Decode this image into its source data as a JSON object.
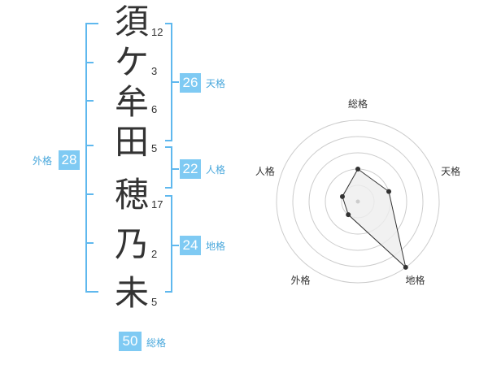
{
  "name_chars": [
    {
      "char": "須",
      "strokes": "12"
    },
    {
      "char": "ケ",
      "strokes": "3"
    },
    {
      "char": "牟",
      "strokes": "6"
    },
    {
      "char": "田",
      "strokes": "5"
    },
    {
      "char": "穂",
      "strokes": "17"
    },
    {
      "char": "乃",
      "strokes": "2"
    },
    {
      "char": "未",
      "strokes": "5"
    }
  ],
  "fortunes": {
    "tenkaku": {
      "label": "天格",
      "value": "26"
    },
    "jinkaku": {
      "label": "人格",
      "value": "22"
    },
    "chikaku": {
      "label": "地格",
      "value": "24"
    },
    "gaikaku": {
      "label": "外格",
      "value": "28"
    },
    "soukaku": {
      "label": "総格",
      "value": "50"
    }
  },
  "chart_data": {
    "type": "radar",
    "axes": [
      "総格",
      "天格",
      "地格",
      "外格",
      "人格"
    ],
    "values": [
      2,
      2,
      5,
      1,
      1
    ],
    "max": 5,
    "colors": {
      "fill": "#eeeeee",
      "stroke": "#333333",
      "grid": "#cccccc",
      "point": "#333333"
    }
  }
}
